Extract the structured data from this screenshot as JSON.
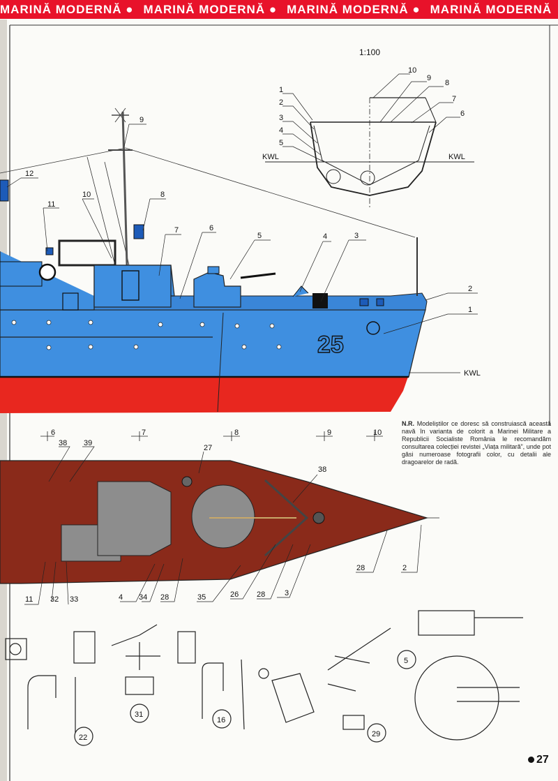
{
  "banner": {
    "items": [
      "MARINĂ MODERNĂ ●",
      "MARINĂ MODERNĂ ●",
      "MARINĂ MODERNĂ ●",
      "MARINĂ MODERNĂ"
    ]
  },
  "section_drawing": {
    "scale": "1:100",
    "kwl": "KWL",
    "callouts": [
      "1",
      "2",
      "3",
      "4",
      "5",
      "6",
      "7",
      "8",
      "9",
      "10"
    ]
  },
  "side_view": {
    "hull_number": "25",
    "kwl": "KWL",
    "callouts": [
      "1",
      "2",
      "3",
      "4",
      "5",
      "6",
      "7",
      "8",
      "9",
      "10",
      "11",
      "12"
    ],
    "colors": {
      "hull": "#3f8fe0",
      "waterline_hull": "#e8271f",
      "deck": "#3a86d8"
    }
  },
  "plan_view": {
    "station_marks": [
      "6",
      "7",
      "8",
      "9",
      "10"
    ],
    "callouts_top": [
      "38",
      "39",
      "27",
      "38"
    ],
    "callouts_bottom": [
      "11",
      "32",
      "33",
      "4",
      "34",
      "28",
      "35",
      "26",
      "28",
      "3",
      "28",
      "2"
    ],
    "colors": {
      "deck": "#8a2a1a",
      "gun_gray": "#8d8d8d"
    }
  },
  "details": {
    "callouts": [
      "5",
      "22",
      "31",
      "16",
      "29"
    ]
  },
  "note": {
    "prefix": "N.R.",
    "text": "Modeliștilor ce doresc să construiască această navă în varianta de colorit a Marinei Militare a Republicii Socialiste România le recomandăm consultarea colecției revistei „Viața militară”, unde pot găsi numeroase fotografii color, cu detalii ale dragoarelor de radă."
  },
  "page_number": "27"
}
